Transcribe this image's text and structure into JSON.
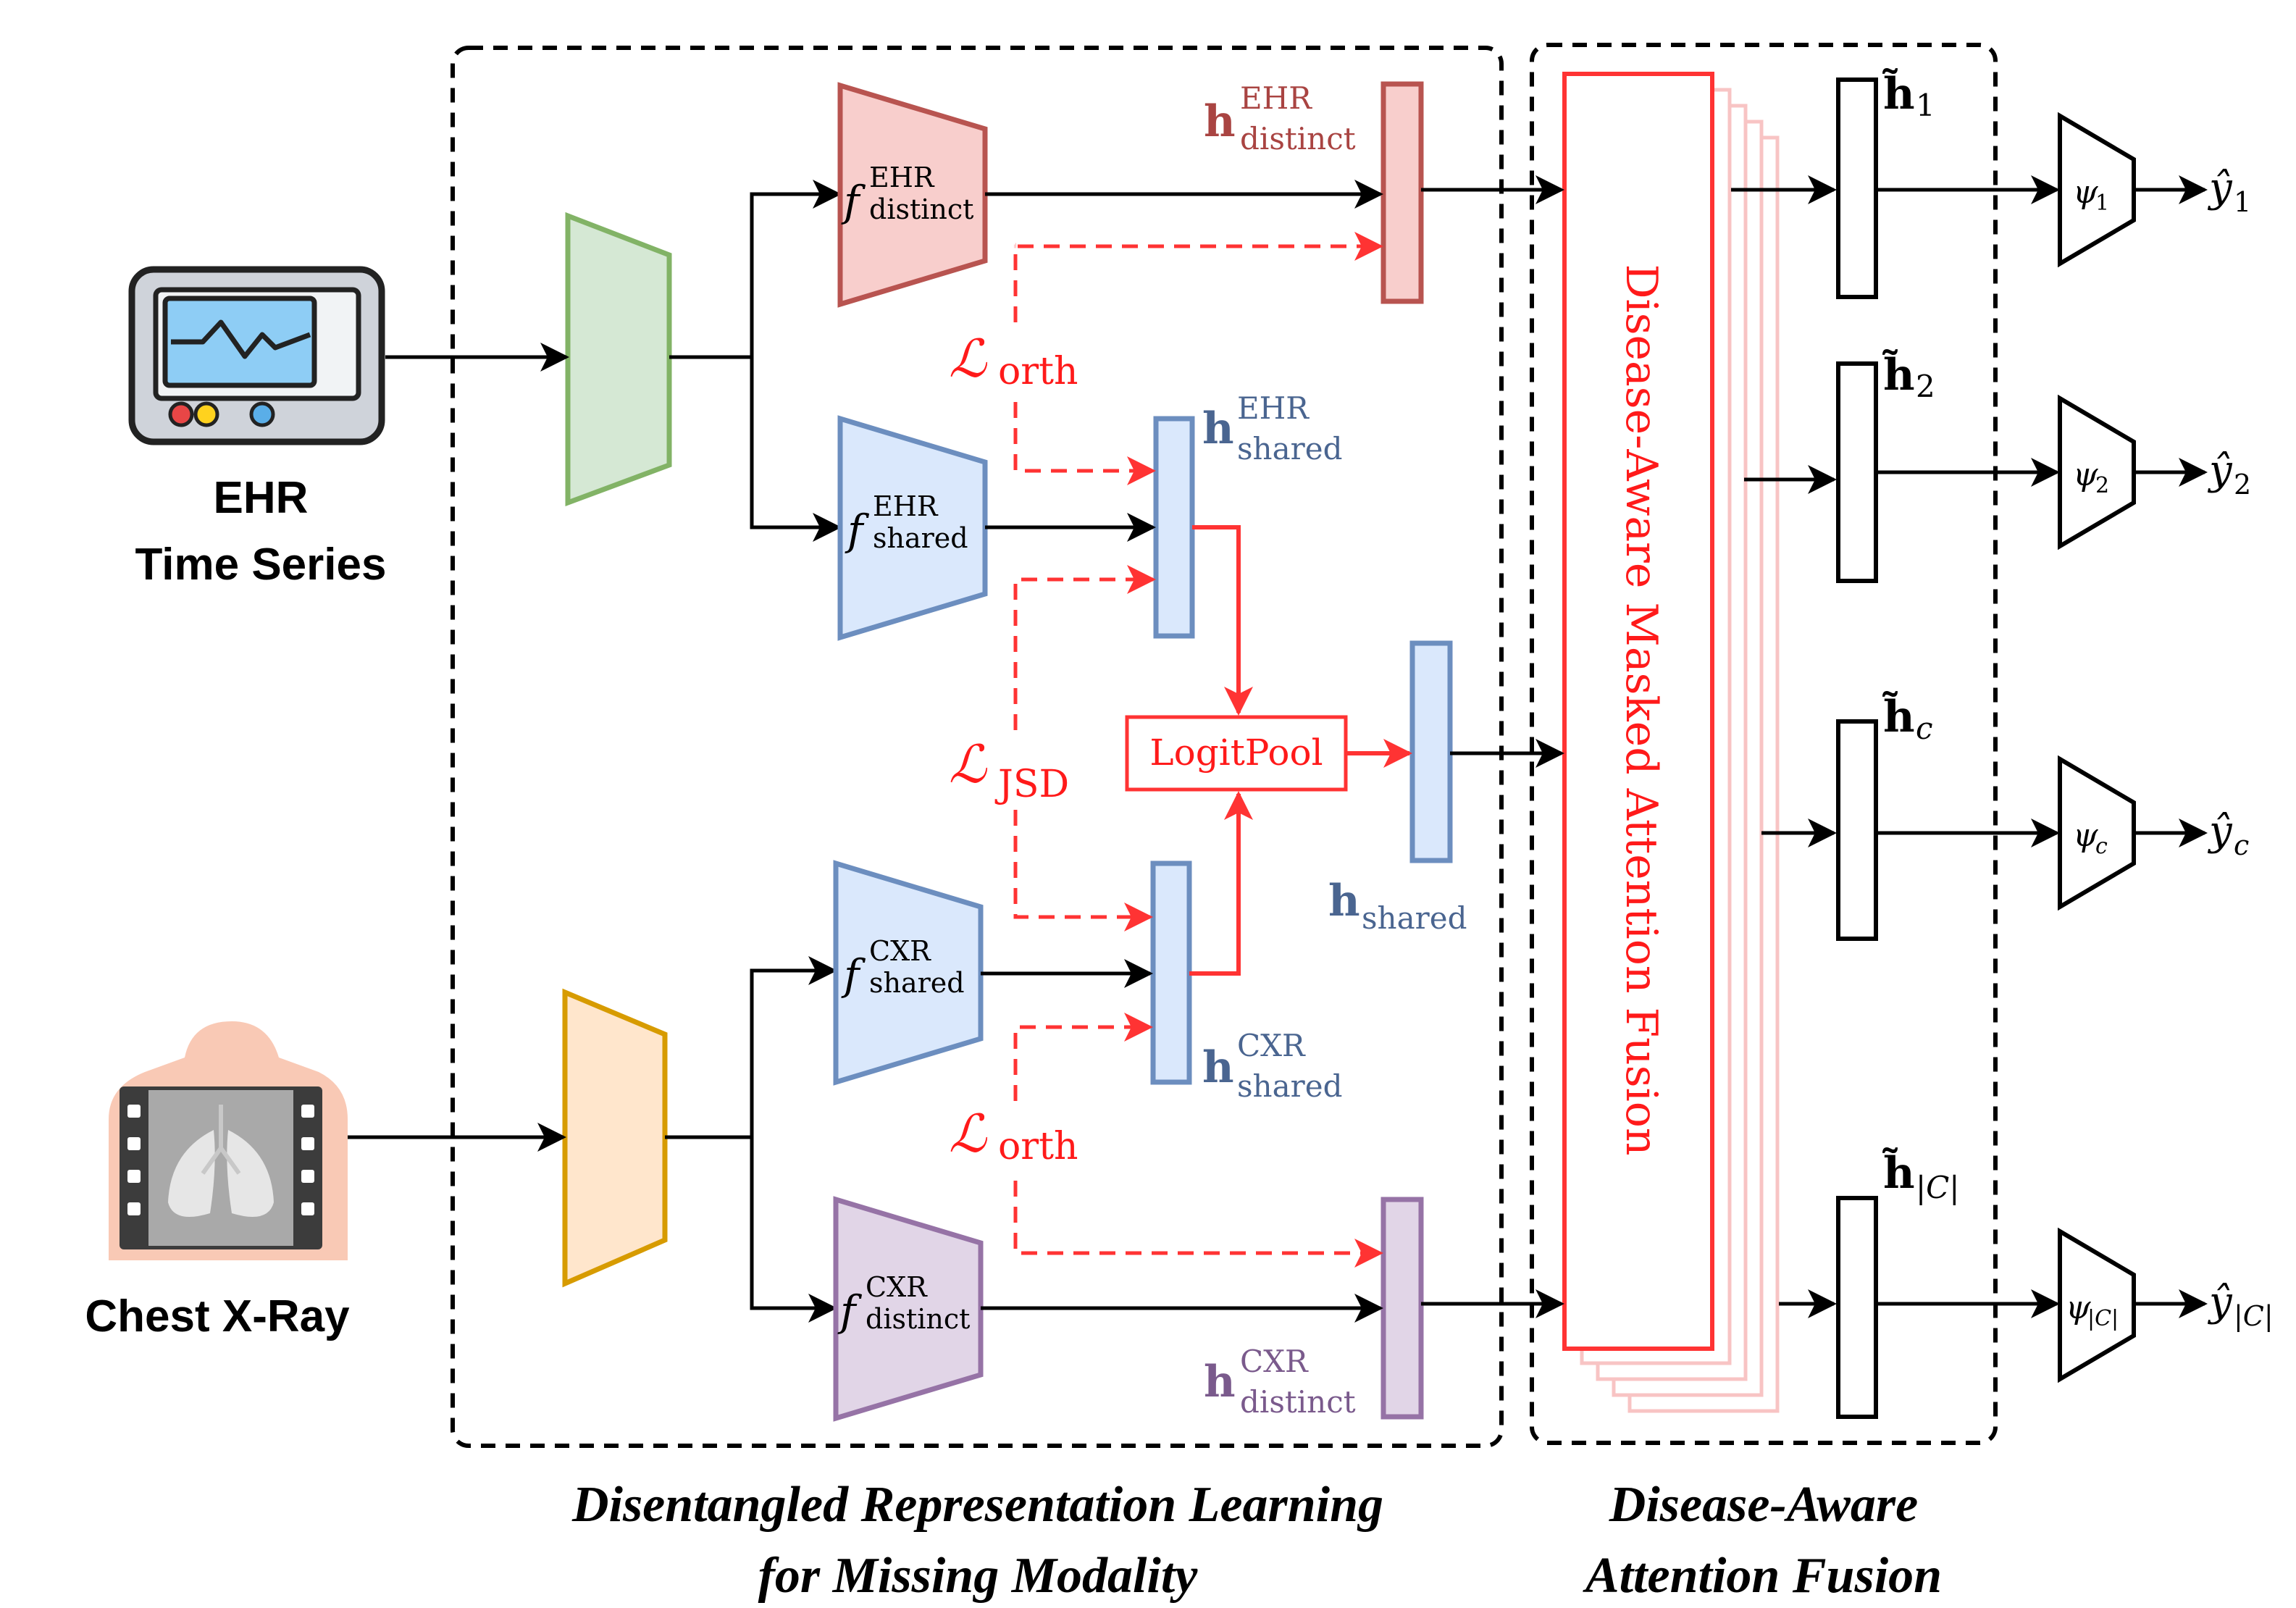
{
  "inputs": {
    "ehr_label_1": "EHR",
    "ehr_label_2": "Time Series",
    "cxr_label": "Chest X-Ray"
  },
  "encoders": {
    "ehr_distinct": {
      "f": "f",
      "sup": "EHR",
      "sub": "distinct"
    },
    "ehr_shared": {
      "f": "f",
      "sup": "EHR",
      "sub": "shared"
    },
    "cxr_shared": {
      "f": "f",
      "sup": "CXR",
      "sub": "shared"
    },
    "cxr_distinct": {
      "f": "f",
      "sup": "CXR",
      "sub": "distinct"
    }
  },
  "features": {
    "h_ehr_distinct": {
      "h": "h",
      "sup": "EHR",
      "sub": "distinct"
    },
    "h_ehr_shared": {
      "h": "h",
      "sup": "EHR",
      "sub": "shared"
    },
    "h_cxr_shared": {
      "h": "h",
      "sup": "CXR",
      "sub": "shared"
    },
    "h_cxr_distinct": {
      "h": "h",
      "sup": "CXR",
      "sub": "distinct"
    },
    "h_shared": {
      "h": "h",
      "sub": "shared"
    }
  },
  "losses": {
    "orth_top": {
      "L": "ℒ",
      "sub": "orth"
    },
    "jsd": {
      "L": "ℒ",
      "sub": "JSD"
    },
    "orth_bottom": {
      "L": "ℒ",
      "sub": "orth"
    }
  },
  "logitpool": "LogitPool",
  "fusion_label": "Disease-Aware Masked Attention Fusion",
  "outputs": [
    {
      "h": "h̃",
      "sub": "1",
      "psi": "ψ",
      "psi_sub": "1",
      "y": "ŷ",
      "y_sub": "1"
    },
    {
      "h": "h̃",
      "sub": "2",
      "psi": "ψ",
      "psi_sub": "2",
      "y": "ŷ",
      "y_sub": "2"
    },
    {
      "h": "h̃",
      "sub": "c",
      "psi": "ψ",
      "psi_sub": "c",
      "y": "ŷ",
      "y_sub": "c"
    },
    {
      "h": "h̃",
      "sub": "|C|",
      "psi": "ψ",
      "psi_sub": "|C|",
      "y": "ŷ",
      "y_sub": "|C|"
    }
  ],
  "captions": {
    "left_1": "Disentangled Representation Learning",
    "left_2": "for Missing Modality",
    "right_1": "Disease-Aware",
    "right_2": "Attention Fusion"
  },
  "colors": {
    "green_fill": "#d5e8d4",
    "green_stroke": "#82b366",
    "orange_fill": "#ffe6cc",
    "orange_stroke": "#d79b00",
    "red_fill": "#f8cecc",
    "red_stroke": "#b85450",
    "blue_fill": "#dae8fc",
    "blue_stroke": "#6c8ebf",
    "purple_fill": "#e1d5e7",
    "purple_stroke": "#9673a6",
    "accent_red": "#ff3333",
    "label_red": "#a94442",
    "label_blue": "#4a6590",
    "label_purple": "#7a5a8c"
  },
  "icons": [
    "monitor-icon",
    "chest-xray-icon"
  ]
}
